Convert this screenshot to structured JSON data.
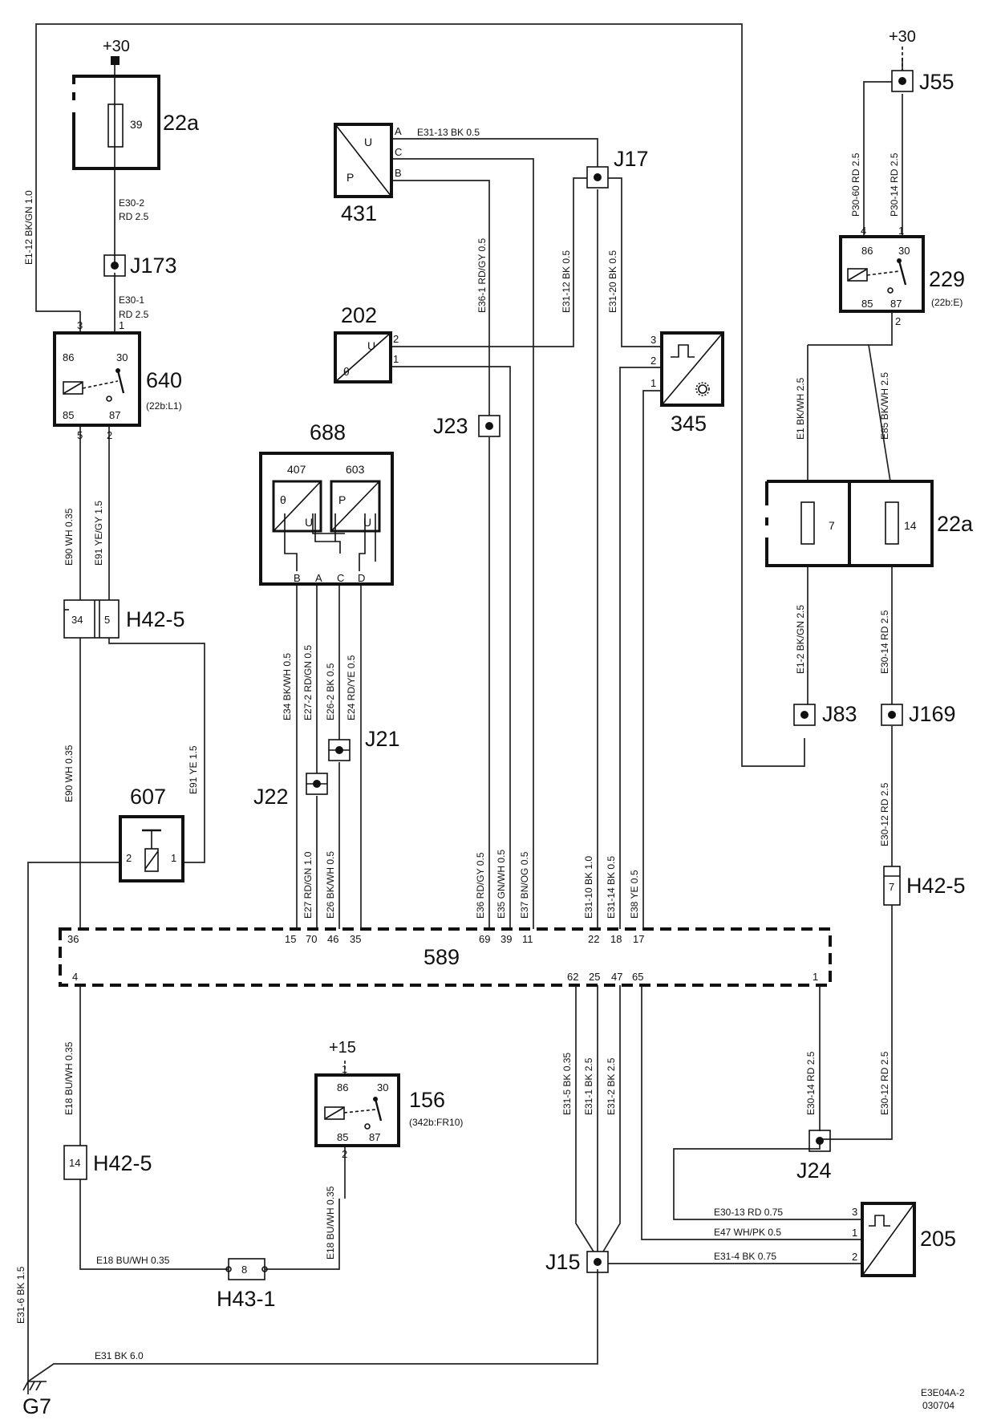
{
  "components": {
    "c22a_top": {
      "id": "22a",
      "fuse": "39",
      "supply": "+30"
    },
    "c22a_mid": {
      "id": "22a",
      "fuse_left": "7",
      "fuse_right": "14"
    },
    "c640": {
      "id": "640",
      "ref": "(22b:L1)",
      "p86": "86",
      "p30": "30",
      "p85": "85",
      "p87": "87",
      "w3": "3",
      "w1": "1",
      "w5": "5",
      "w2": "2"
    },
    "c229": {
      "id": "229",
      "ref": "(22b:E)",
      "p86": "86",
      "p30": "30",
      "p85": "85",
      "p87": "87",
      "w4": "4",
      "w1": "1",
      "w2": "2"
    },
    "c156": {
      "id": "156",
      "ref": "(342b:FR10)",
      "supply": "+15",
      "p86": "86",
      "p30": "30",
      "p85": "85",
      "p87": "87",
      "w1": "1",
      "w2": "2"
    },
    "c431": {
      "id": "431",
      "u": "U",
      "p": "P",
      "pa": "A",
      "pc": "C",
      "pb": "B"
    },
    "c202": {
      "id": "202",
      "u": "U",
      "t": "θ",
      "p2": "2",
      "p1": "1"
    },
    "c345": {
      "id": "345",
      "p3": "3",
      "p2": "2",
      "p1": "1"
    },
    "c205": {
      "id": "205",
      "p3": "3",
      "p1": "1",
      "p2": "2"
    },
    "c688": {
      "id": "688",
      "s407": "407",
      "s603": "603",
      "t": "θ",
      "u1": "U",
      "p": "P",
      "u2": "U",
      "pb": "B",
      "pa": "A",
      "pc": "C",
      "pd": "D"
    },
    "c607": {
      "id": "607",
      "p2": "2",
      "p1": "1"
    },
    "c589": {
      "id": "589",
      "top_pins": [
        "15",
        "70",
        "46",
        "35",
        "69",
        "39",
        "11",
        "22",
        "18",
        "17"
      ],
      "left_top": "36",
      "left_bottom": "4",
      "bottom_pins": [
        "62",
        "25",
        "47",
        "65"
      ],
      "right_bottom": "1"
    },
    "supply_j55": "+30"
  },
  "junctions": {
    "j17": "J17",
    "j23": "J23",
    "j21": "J21",
    "j22": "J22",
    "j55": "J55",
    "j83": "J83",
    "j169": "J169",
    "j173": "J173",
    "j24": "J24",
    "j15": "J15",
    "g7": "G7"
  },
  "connectors": {
    "h425_a": {
      "id": "H42-5",
      "pin_left": "34",
      "pin_right": "5"
    },
    "h425_b": {
      "id": "H42-5",
      "pin": "7"
    },
    "h425_c": {
      "id": "H42-5",
      "pin": "14"
    },
    "h431": {
      "id": "H43-1",
      "pin": "8"
    }
  },
  "wires": {
    "e30_2": "E30-2",
    "e30_2b": "RD   2.5",
    "e30_1": "E30-1",
    "e30_1b": "RD   2.5",
    "e1_12": "E1-12  BK/GN  1.0",
    "e90_top": "E90   WH  0.35",
    "e91_top": "E91   YE/GY  1.5",
    "e90_bot": "E90   WH  0.35",
    "e91_bot": "E91   YE  1.5",
    "e31_13": "E31-13   BK   0.5",
    "e36_1": "E36-1   RD/GY  0.5",
    "e31_12": "E31-12   BK  0.5",
    "e31_20": "E31-20   BK  0.5",
    "e34": "E34  BK/WH  0.5",
    "e27_2": "E27-2  RD/GN  0.5",
    "e26_2": "E26-2  BK   0.5",
    "e24": "E24   RD/YE  0.5",
    "e27": "E27   RD/GN  1.0",
    "e26": "E26   BK/WH  0.5",
    "e36": "E36   RD/GY  0.5",
    "e35": "E35   GN/WH  0.5",
    "e37": "E37   BN/OG  0.5",
    "e31_10": "E31-10   BK  1.0",
    "e31_14": "E31-14   BK  0.5",
    "e38": "E38   YE  0.5",
    "p30_60": "P30-60   RD   2.5",
    "p30_14": "P30-14   RD   2.5",
    "e1": "E1   BK/WH   2.5",
    "e85": "E85   BK/WH   2.5",
    "e1_2": "E1-2   BK/GN   2.5",
    "e30_14a": "E30-14   RD   2.5",
    "e30_12a": "E30-12   RD   2.5",
    "e30_14b": "E30-14   RD   2.5",
    "e30_12b": "E30-12   RD   2.5",
    "e18_a": "E18   BU/WH   0.35",
    "e18_b": "E18   BU/WH   0.35",
    "e18_h": "E18   BU/WH   0.35",
    "e31_5": "E31-5  BK  0.35",
    "e31_1": "E31-1   BK   2.5",
    "e31_2": "E31-2   BK   2.5",
    "e30_13": "E30-13   RD   0.75",
    "e47": "E47   WH/PK   0.5",
    "e31_4": "E31-4   BK   0.75",
    "e31_6": "E31-6   BK   1.5",
    "e31": "E31   BK   6.0"
  },
  "footer": {
    "code": "E3E04A-2",
    "date": "030704"
  }
}
